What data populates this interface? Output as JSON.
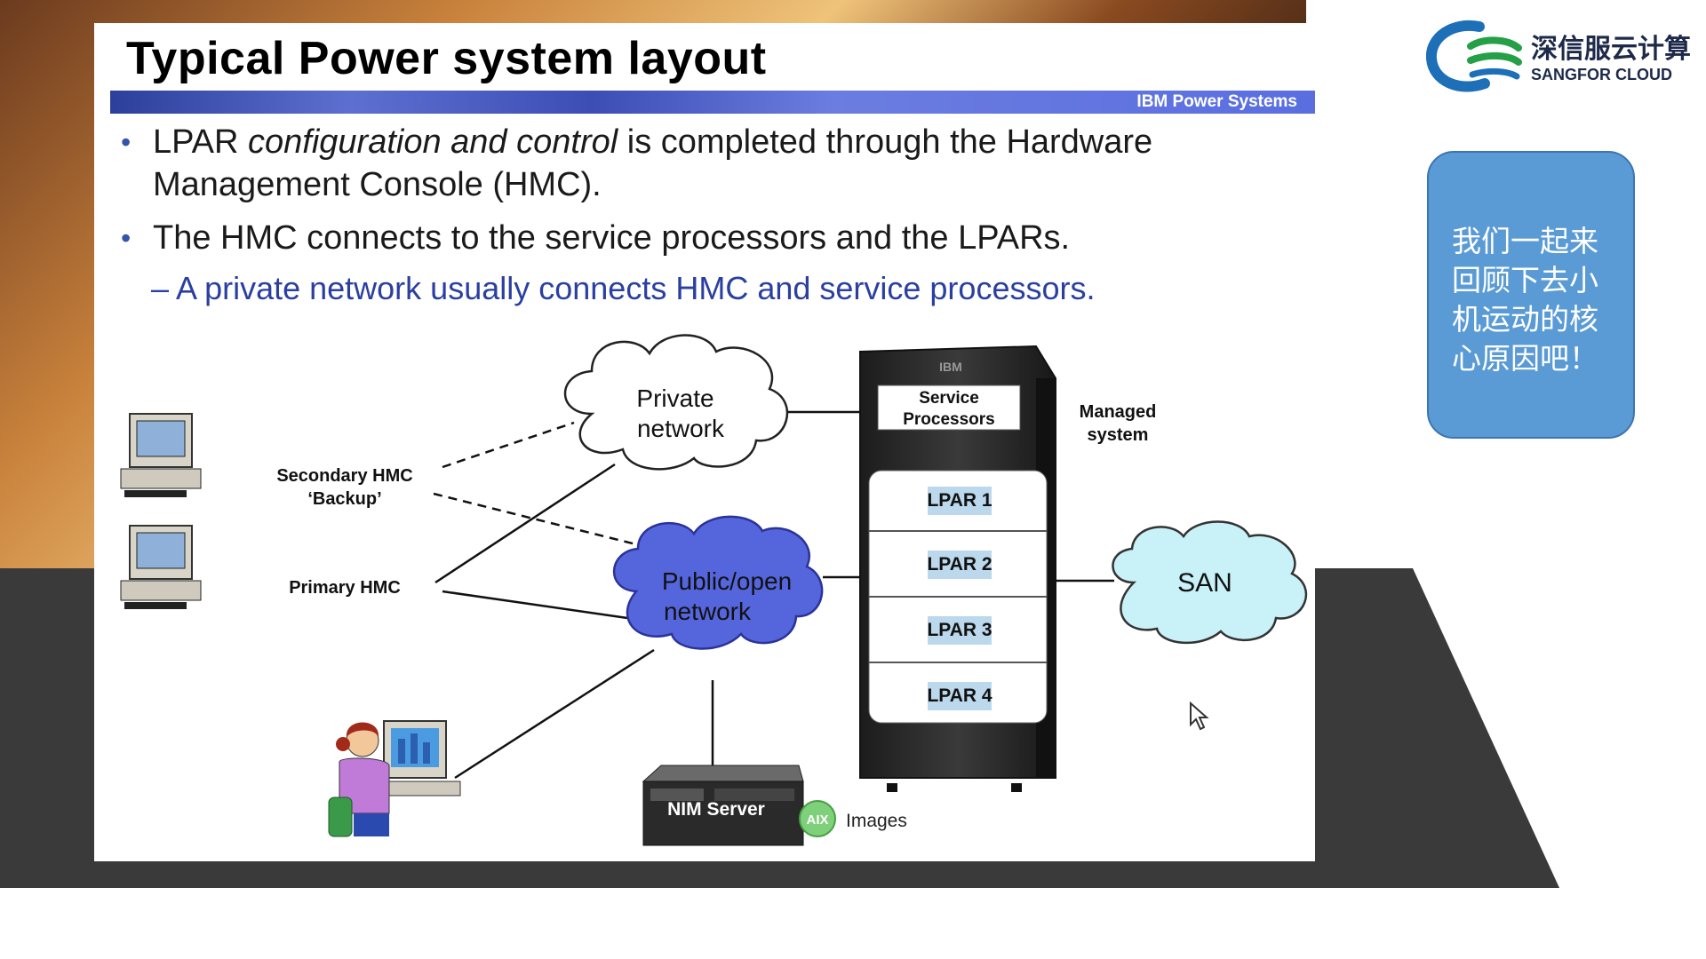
{
  "slide": {
    "title": "Typical Power system layout",
    "header_bar_label": "IBM Power Systems",
    "bullets": [
      {
        "text_parts": [
          "LPAR ",
          "configuration and control",
          " is completed through the Hardware Management Console (HMC)."
        ]
      },
      {
        "text": "The HMC connects to the service processors and the LPARs."
      }
    ],
    "sub_bullet": "– A private network usually connects HMC and service processors."
  },
  "diagram": {
    "secondary_hmc_line1": "Secondary HMC",
    "secondary_hmc_line2": "‘Backup’",
    "primary_hmc": "Primary HMC",
    "private_network_line1": "Private",
    "private_network_line2": "network",
    "public_network_line1": "Public/open",
    "public_network_line2": "network",
    "service_processors_line1": "Service",
    "service_processors_line2": "Processors",
    "ibm_badge": "IBM",
    "managed_system_line1": "Managed",
    "managed_system_line2": "system",
    "lpars": [
      "LPAR 1",
      "LPAR 2",
      "LPAR 3",
      "LPAR 4"
    ],
    "san": "SAN",
    "nim_server": "NIM Server",
    "aix_badge": "AIX",
    "images": "Images",
    "colors": {
      "private_cloud": "#ffffff",
      "public_cloud": "#5566dd",
      "san_cloud": "#c8f2f8",
      "rack": "#2b2b2b"
    }
  },
  "brand": {
    "name_cn": "深信服云计算",
    "name_en": "SANGFOR CLOUD"
  },
  "callout": {
    "text": "我们一起来回顾下去小机运动的核心原因吧！"
  },
  "colors": {
    "dark_band": "#3a3a3a",
    "callout_fill": "#5b9bd5",
    "title_bar": "#4a5fd0"
  }
}
